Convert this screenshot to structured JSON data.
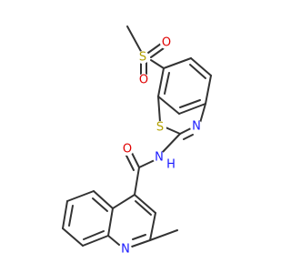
{
  "molecule": {
    "atom_labels": {
      "s_sulfonyl": "S",
      "o_sulfonyl_top": "O",
      "o_sulfonyl_bottom": "O",
      "s_thiazole": "S",
      "n_thiazole": "N",
      "n_amide": "N",
      "h_amide": "H",
      "o_carbonyl": "O",
      "n_quinoline": "N"
    },
    "colors": {
      "sulfur": "#b3a100",
      "oxygen": "#e00000",
      "nitrogen": "#1a1aff",
      "bond": "#333333"
    }
  }
}
